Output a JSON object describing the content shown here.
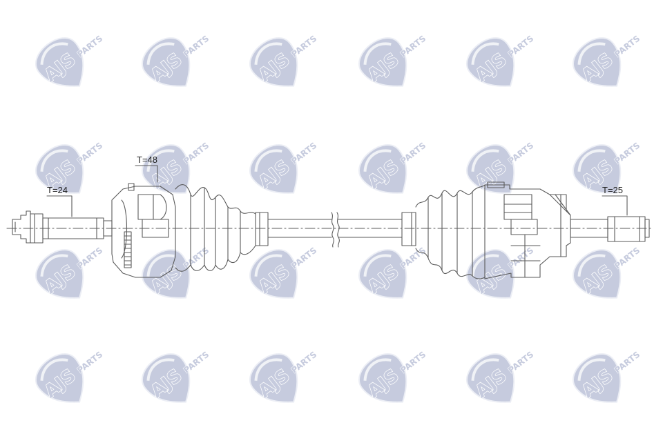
{
  "watermark": {
    "brand": "AJS",
    "sub": "PARTS",
    "color": "#b8bfd6",
    "stroke_color": "#e8ebf3"
  },
  "drawing": {
    "line_color": "#5a5a5a",
    "label_color": "#222222"
  },
  "labels": {
    "t24": "T=24",
    "t48": "T=48",
    "t25": "T=25"
  }
}
